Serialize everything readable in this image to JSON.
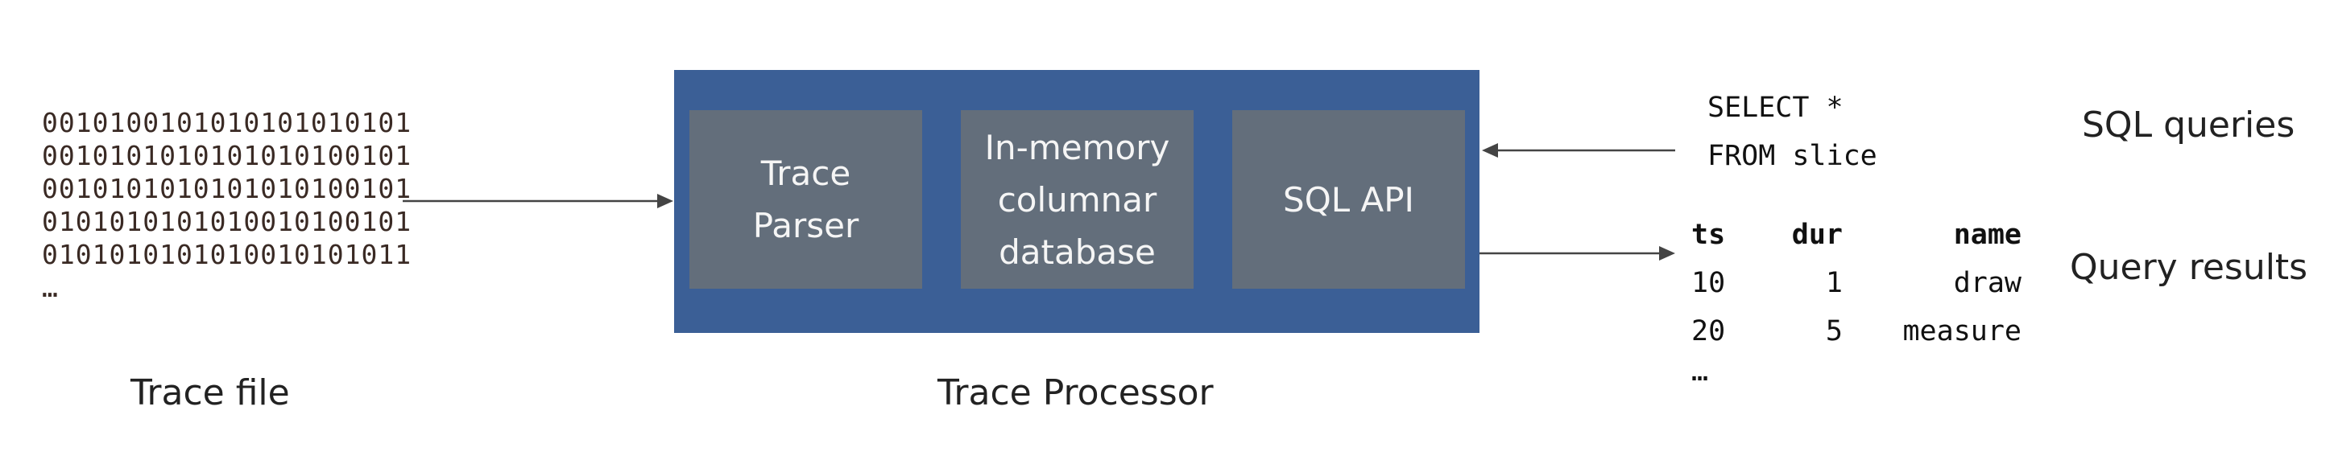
{
  "trace_file": {
    "binary_lines": [
      "0010100101010101010101",
      "0010101010101010100101",
      "0010101010101010100101",
      "0101010101010010100101",
      "0101010101010010101011"
    ],
    "ellipsis": "…",
    "label": "Trace file"
  },
  "trace_processor": {
    "label": "Trace Processor",
    "components": [
      {
        "lines": [
          "Trace",
          "Parser"
        ]
      },
      {
        "lines": [
          "In-memory",
          "columnar",
          "database"
        ]
      },
      {
        "lines": [
          "SQL API"
        ]
      }
    ]
  },
  "sql_query": {
    "lines": [
      "SELECT *",
      "FROM slice"
    ],
    "label": "SQL queries"
  },
  "query_results": {
    "columns": [
      "ts",
      "dur",
      "name"
    ],
    "rows": [
      [
        "10",
        "1",
        "draw"
      ],
      [
        "20",
        "5",
        "measure"
      ]
    ],
    "ellipsis": "…",
    "label": "Query results"
  },
  "colors": {
    "container": "#3b5f96",
    "component": "#636e7b",
    "arrow": "#444444"
  }
}
